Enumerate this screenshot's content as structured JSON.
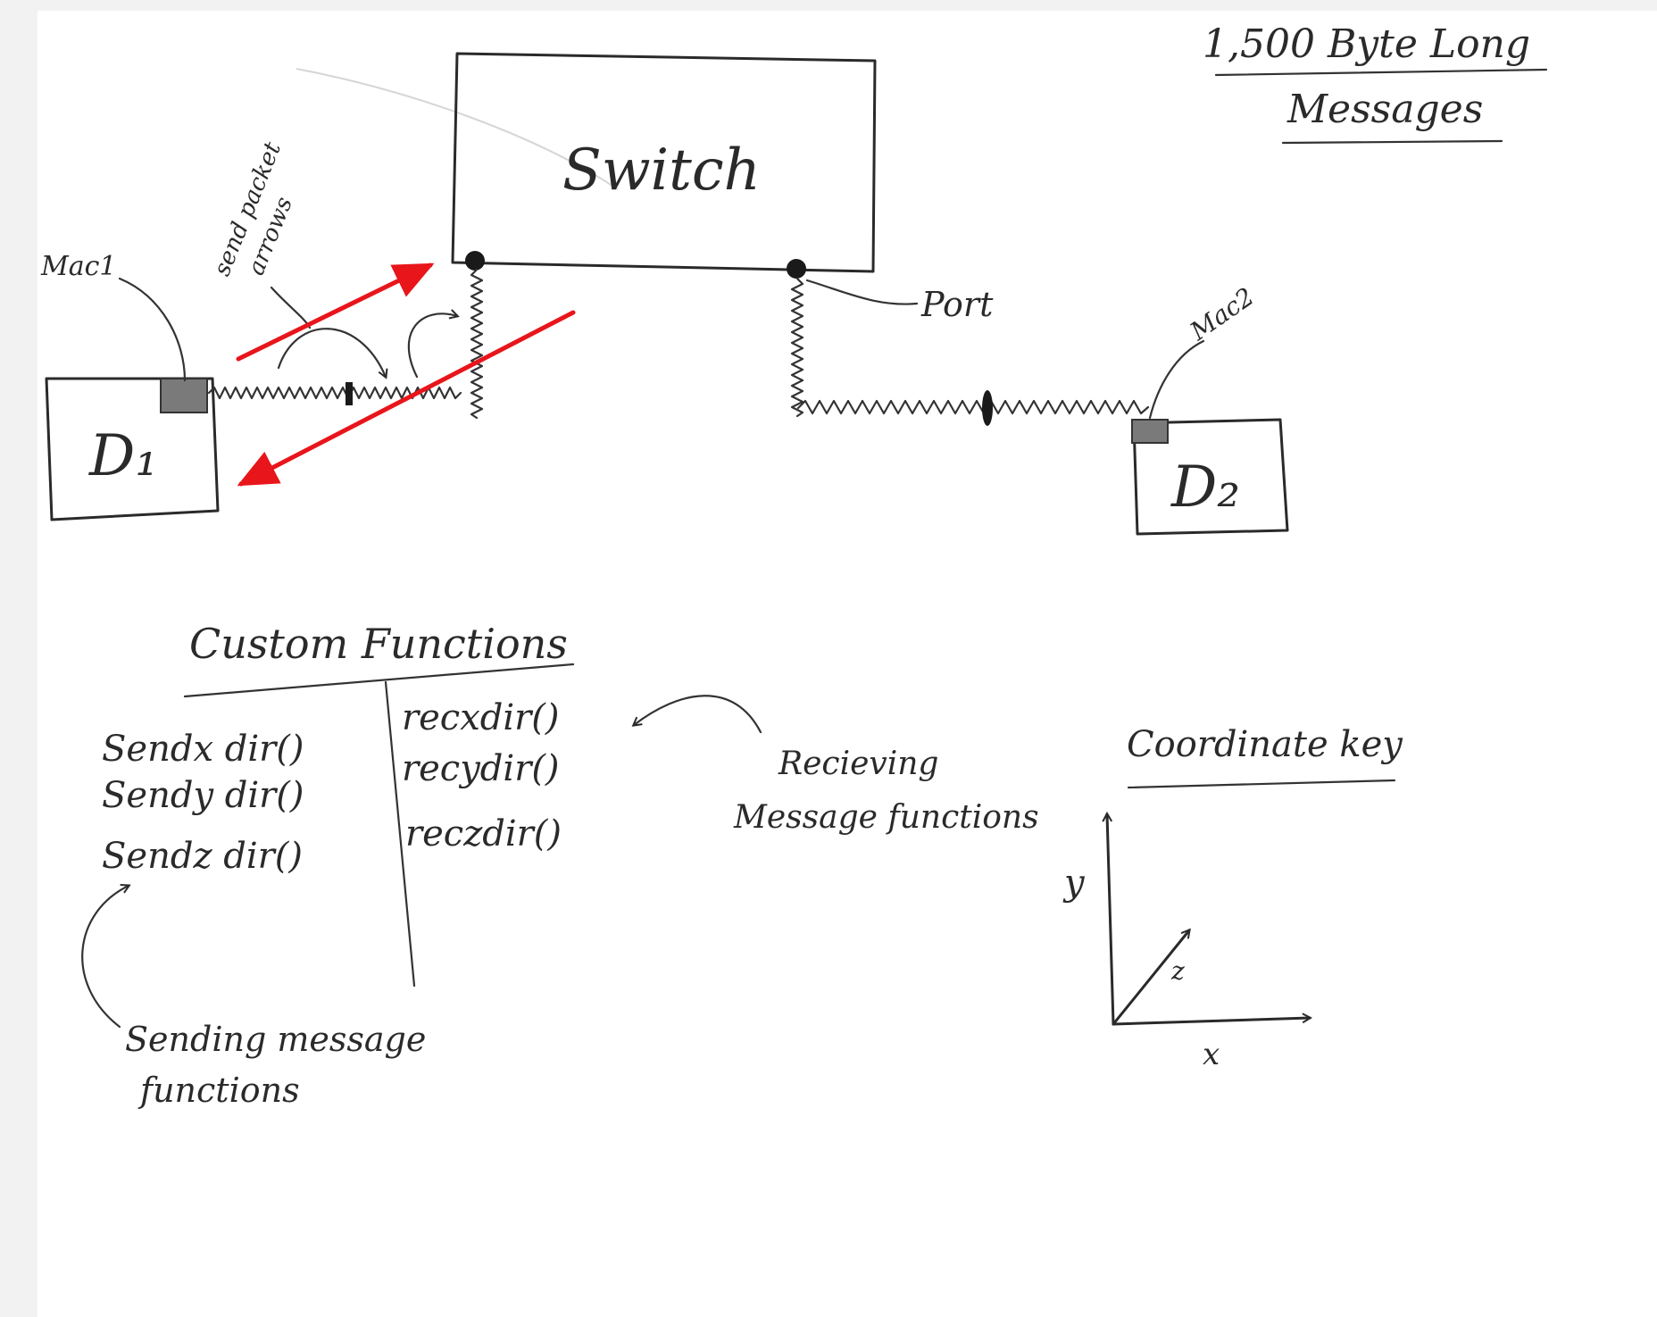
{
  "title": {
    "line1": "1,500 Byte Long",
    "line2": "Messages"
  },
  "switch_label": "Switch",
  "device1_label": "D₁",
  "device2_label": "D₂",
  "mac1_label": "Mac1",
  "mac2_label": "Mac2",
  "port_label": "Port",
  "annotation_send_arrows": {
    "line1": "send packet",
    "line2": "arrows"
  },
  "custom_functions": {
    "heading": "Custom Functions",
    "send": [
      "Sendx dir()",
      "Sendy dir()",
      "Sendz dir()"
    ],
    "receive": [
      "recxdir()",
      "recydir()",
      "reczdir()"
    ]
  },
  "receiving_note": {
    "line1": "Recieving",
    "line2": "Message functions"
  },
  "sending_note": {
    "line1": "Sending message",
    "line2": "functions"
  },
  "coordinate_key": {
    "heading": "Coordinate key",
    "y": "y",
    "z": "z",
    "x": "x"
  },
  "colors": {
    "ink": "#2a2a2a",
    "red_arrow": "#e8151b"
  }
}
